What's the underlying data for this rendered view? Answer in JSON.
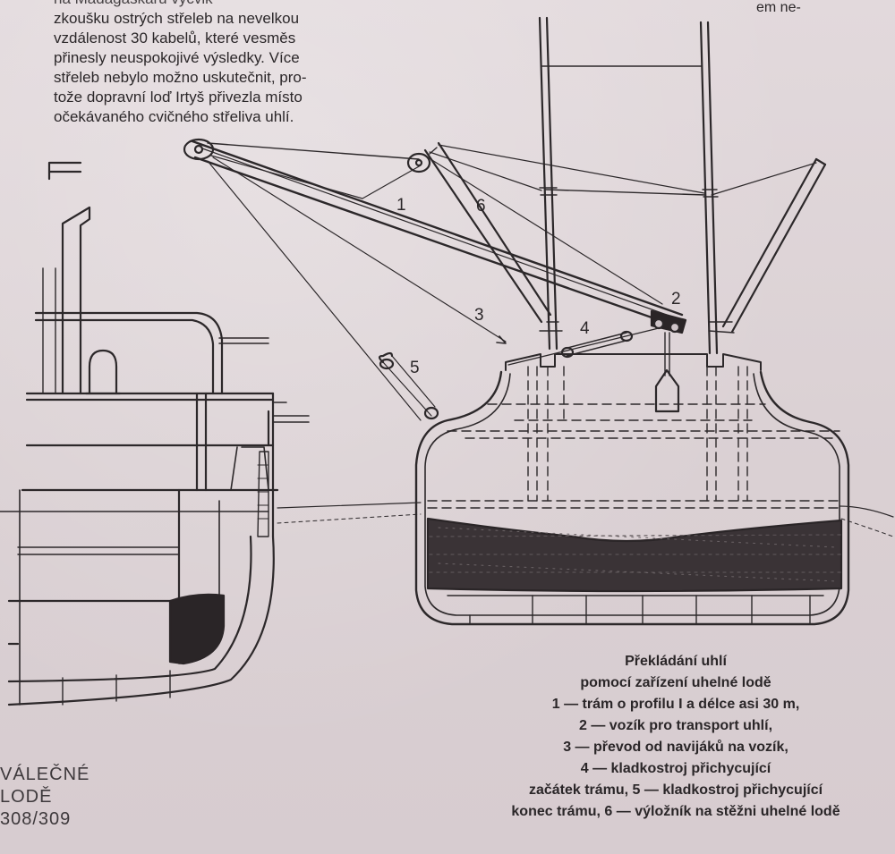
{
  "top_text": {
    "lines": [
      "na Madagaskaru výcvik",
      "zkoušku ostrých střeleb na nevelkou",
      "vzdálenost 30 kabelů, které vesměs",
      "přinesly neuspokojivé výsledky. Více",
      "střeleb nebylo možno uskutečnit, pro-",
      "tože dopravní loď Irtyš přivezla místo",
      "očekávaného cvičného střeliva uhlí."
    ]
  },
  "top_right_fragment": "em ne-",
  "figure": {
    "labels": {
      "n1": "1",
      "n2": "2",
      "n3": "3",
      "n4": "4",
      "n5": "5",
      "n6": "6"
    }
  },
  "caption": {
    "lines": [
      "Překládání uhlí",
      "pomocí zařízení uhelné lodě",
      "1 — trám o profilu I a délce asi 30 m,",
      "2 — vozík pro transport uhlí,",
      "3 — převod od navijáků na vozík,",
      "4 — kladkostroj přichycující",
      "začátek trámu, 5 — kladkostroj přichycující",
      "konec trámu, 6 — výložník na stěžni uhelné lodě"
    ]
  },
  "running_head": {
    "line1": "VÁLEČNÉ",
    "line2": "LODĚ",
    "pages": "308/309"
  },
  "colors": {
    "paper": "#ddd3d6",
    "ink": "#2a2628"
  }
}
